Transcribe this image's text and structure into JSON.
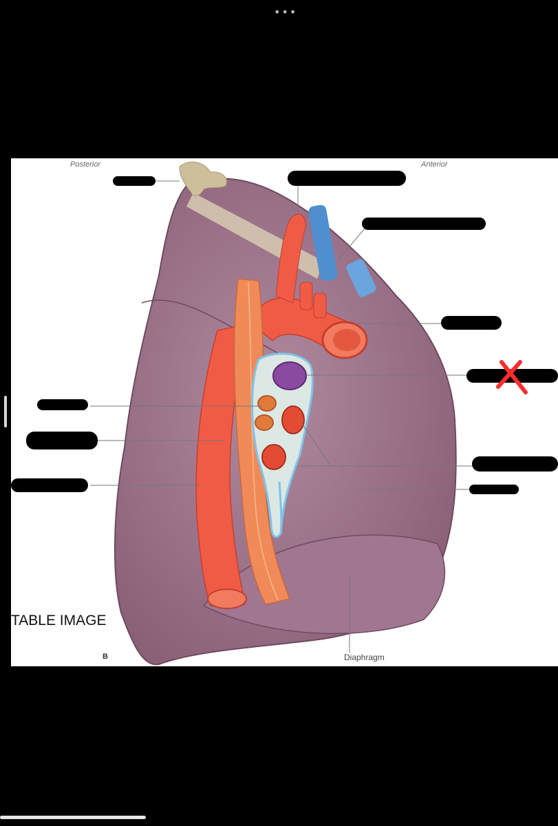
{
  "screen": {
    "menu_dots": "•••"
  },
  "figure": {
    "posterior_label": "Posterior",
    "anterior_label": "Anterior",
    "diaphragm_label": "Diaphragm",
    "overlay_text": "TABLE IMAGE",
    "panel_letter": "B",
    "marked_wrong_icon": "red-x-icon",
    "redaction_color": "#000000",
    "accent_colors": {
      "artery": "#ef5b45",
      "vein": "#4f8fd0",
      "lung": "#9c6f85",
      "mark": "#ff2d2d"
    }
  }
}
